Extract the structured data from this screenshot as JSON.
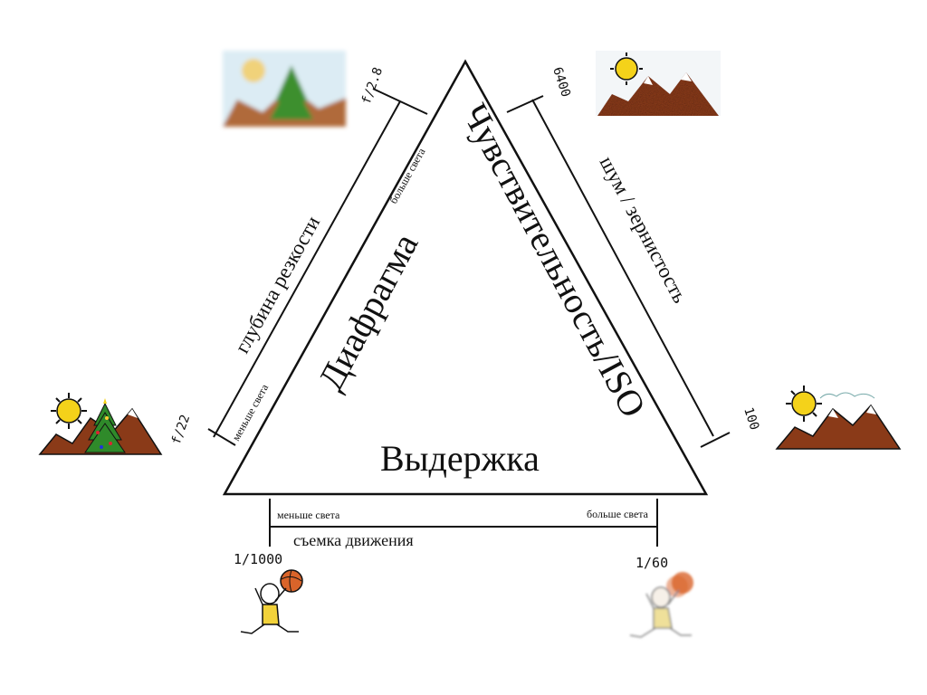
{
  "triangle": {
    "left_side_label": "Диафрагма",
    "right_side_label": "Чувствительность/ISO",
    "bottom_side_label": "Выдержка"
  },
  "aperture_scale": {
    "effect_label": "глубина резкости",
    "more_light": "больше света",
    "less_light": "меньше света",
    "top_value": "f/2.8",
    "bottom_value": "f/22"
  },
  "iso_scale": {
    "effect_label": "шум / зернистость",
    "top_value": "6400",
    "bottom_value": "100"
  },
  "shutter_scale": {
    "effect_label": "съемка движения",
    "less_light": "меньше света",
    "more_light": "больше света",
    "left_value": "1/1000",
    "right_value": "1/60"
  },
  "illustrations": [
    {
      "name": "blurred-tree-mountain",
      "icon": "mountain-tree-blurred-icon"
    },
    {
      "name": "sharp-tree-mountain",
      "icon": "mountain-tree-sharp-icon"
    },
    {
      "name": "grainy-mountains",
      "icon": "mountains-grainy-icon"
    },
    {
      "name": "clean-mountains",
      "icon": "mountains-clean-icon"
    },
    {
      "name": "frozen-basketball-player",
      "icon": "basketball-player-sharp-icon"
    },
    {
      "name": "blurred-basketball-player",
      "icon": "basketball-player-blurred-icon"
    }
  ],
  "colors": {
    "line": "#111111",
    "mountain": "#8a3a18",
    "mountain_light": "#c0622a",
    "snow": "#ffffff",
    "sun": "#f4d21a",
    "sky": "#d8ecf6",
    "tree": "#2f8a2a",
    "ball": "#d9642a",
    "shirt": "#f2d23a"
  }
}
